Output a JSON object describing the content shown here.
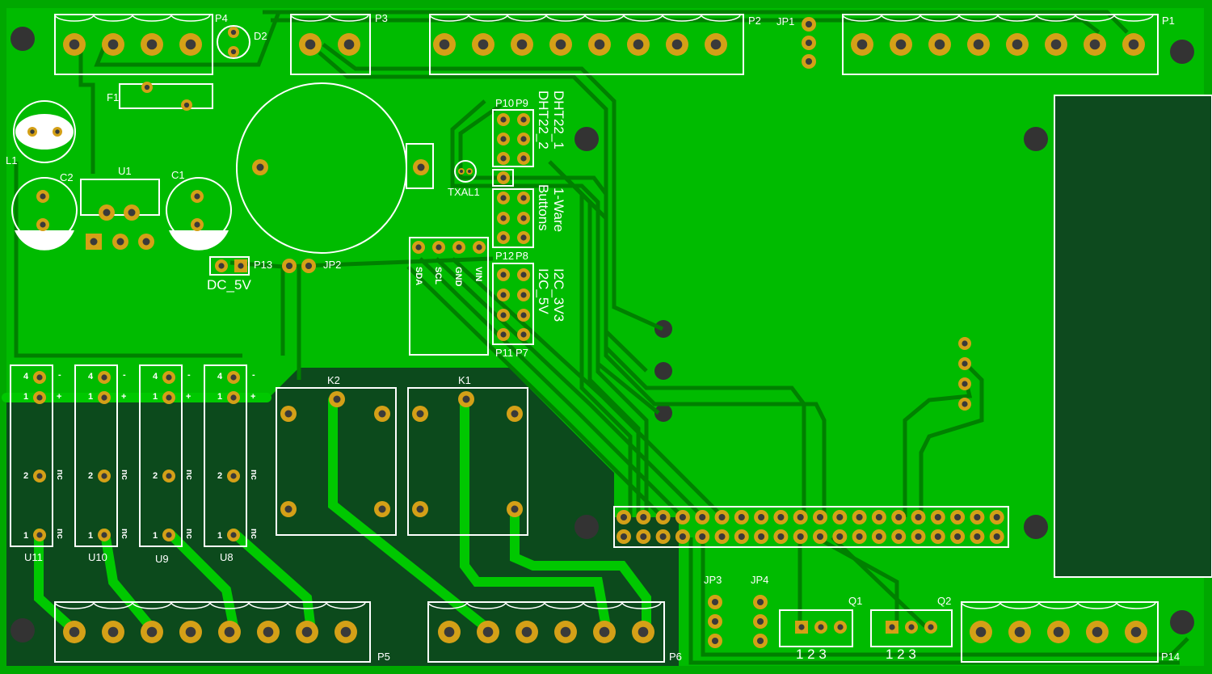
{
  "colors": {
    "board": "#00a800",
    "copper_fill": "#00c000",
    "dark_zone": "#0c4a1c",
    "trace": "#008a00",
    "pad_ring": "#d4a017",
    "hole": "#3a3a3a",
    "silk": "#ffffff"
  },
  "labels": {
    "p4": "P4",
    "d2": "D2",
    "p3": "P3",
    "p2": "P2",
    "jp1": "JP1",
    "p1": "P1",
    "f1": "F1",
    "l1": "L1",
    "c2": "C2",
    "u1": "U1",
    "c1": "C1",
    "p10": "P10",
    "p9": "P9",
    "dht1": "DHT22_1",
    "dht2": "DHT22_2",
    "txal1": "TXAL1",
    "onewire": "1-Ware",
    "buttons": "Buttons",
    "p12": "P12",
    "p8": "P8",
    "p13": "P13",
    "jp2": "JP2",
    "dc5v": "DC_5V",
    "sda": "SDA",
    "scl": "SCL",
    "gnd": "GND",
    "vin": "VIN",
    "i2c3": "I2C_3V3",
    "i2c5": "I2C_5V",
    "p11": "P11",
    "p7": "P7",
    "k2": "K2",
    "k1": "K1",
    "u11": "U11",
    "u10": "U10",
    "u9": "U9",
    "u8": "U8",
    "pin4": "4",
    "pin1": "1",
    "pin2": "2",
    "minus": "-",
    "plus": "+",
    "nc": "nc",
    "p5": "P5",
    "p6": "P6",
    "jp3": "JP3",
    "jp4": "JP4",
    "q1": "Q1",
    "q2": "Q2",
    "q_pins": "1 2 3",
    "p14": "P14"
  }
}
